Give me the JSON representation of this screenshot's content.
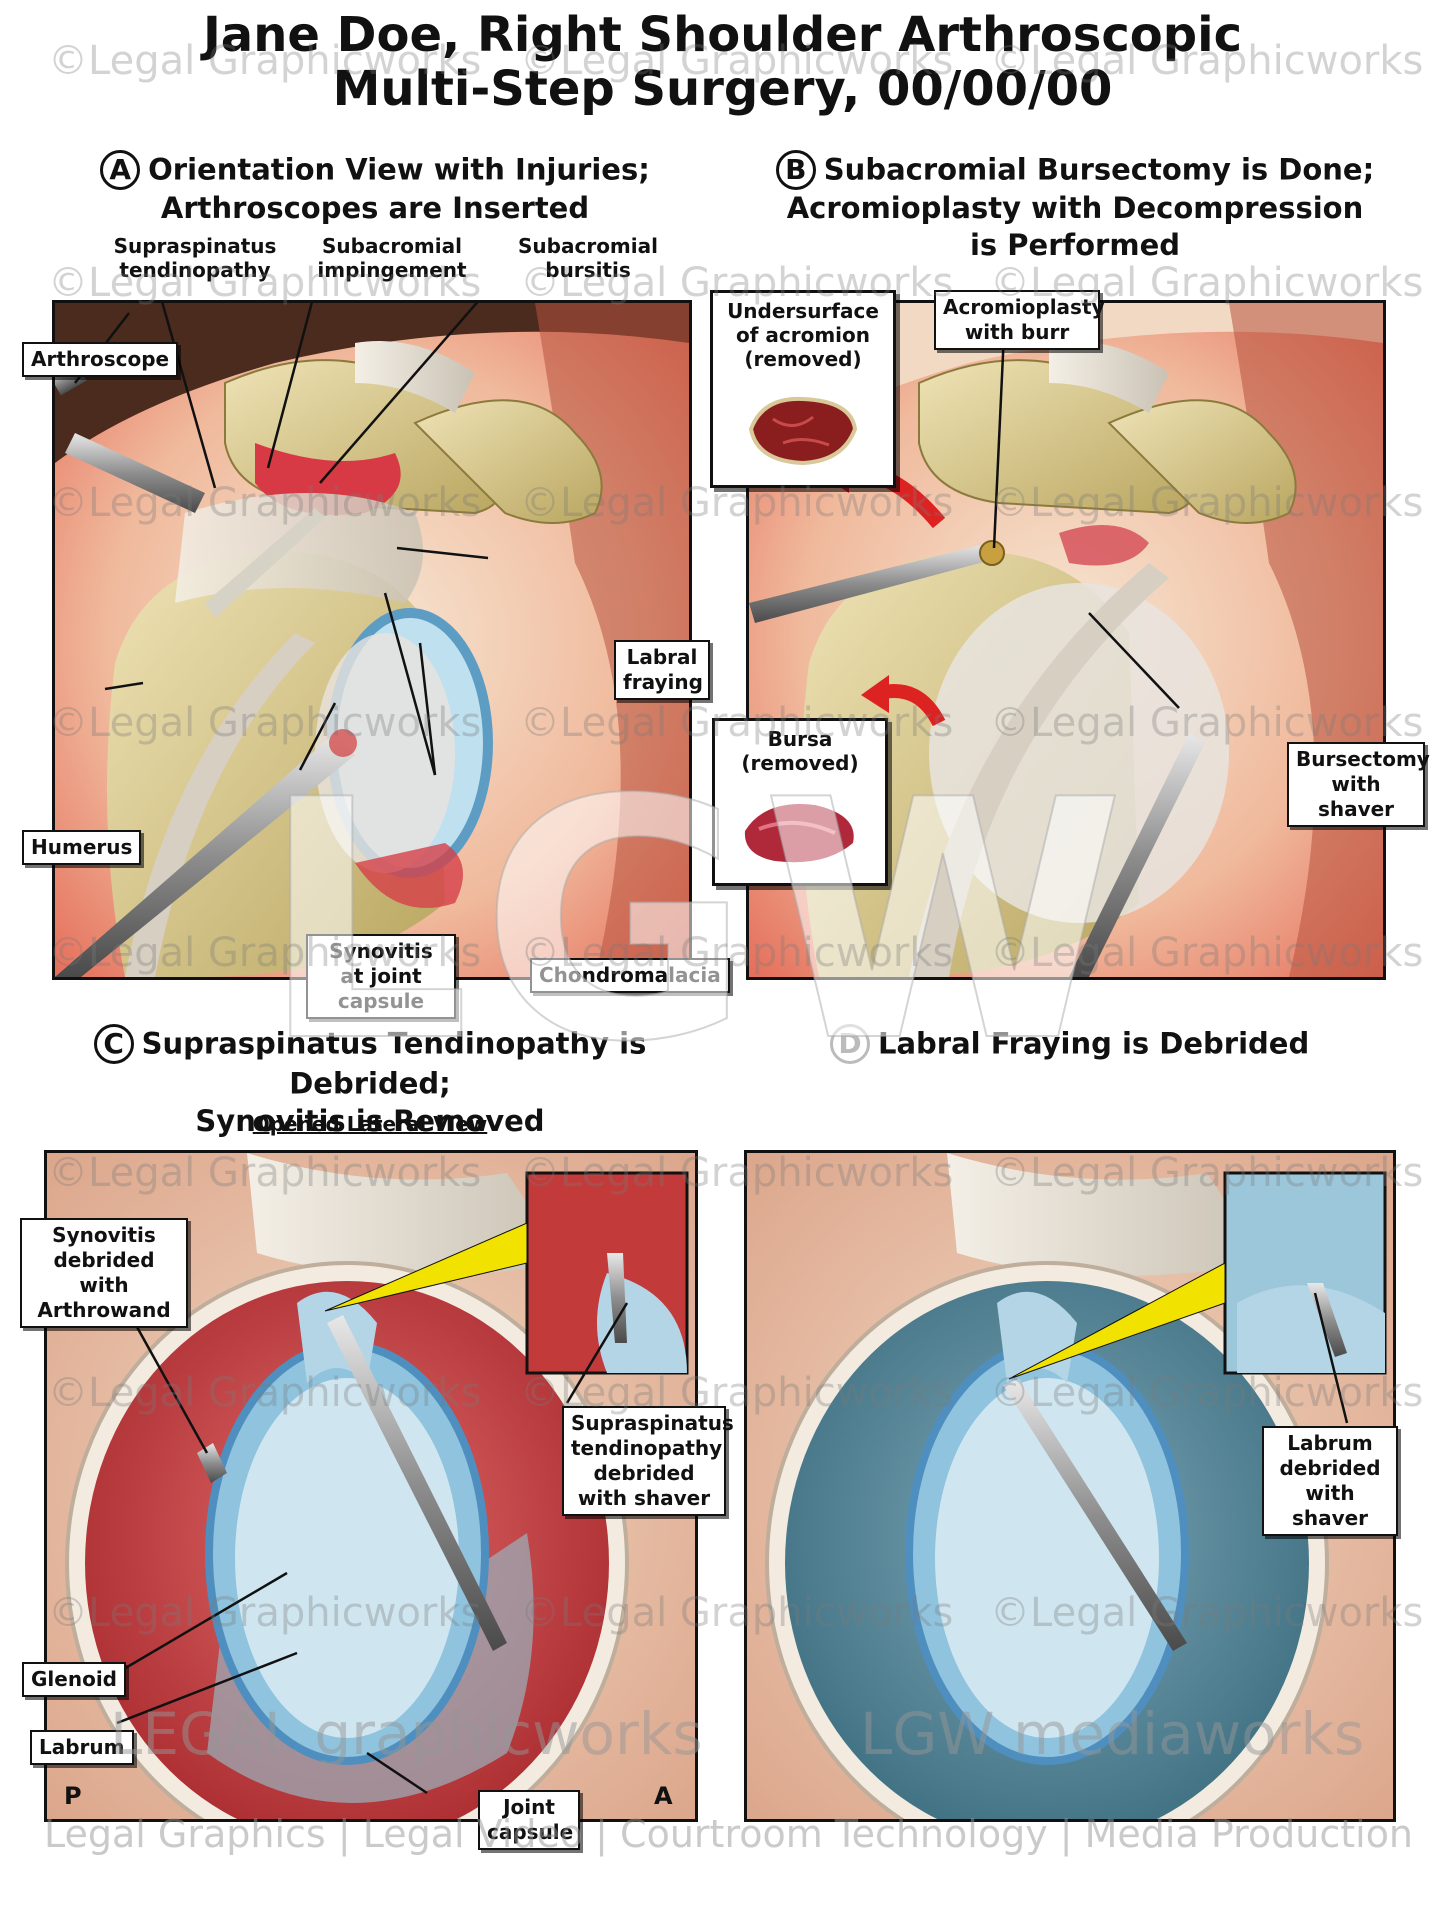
{
  "title": {
    "line1": "Jane Doe, Right Shoulder Arthroscopic",
    "line2": "Multi-Step Surgery, 00/00/00"
  },
  "panels": {
    "a": {
      "letter": "A",
      "title_line1": "Orientation View with Injuries;",
      "title_line2": "Arthroscopes are Inserted",
      "labels": {
        "supraspinatus_tendinopathy": "Supraspinatus tendinopathy",
        "subacromial_impingement": "Subacromial impingement",
        "subacromial_bursitis": "Subacromial bursitis",
        "arthroscope": "Arthroscope",
        "labral_fraying": "Labral fraying",
        "humerus": "Humerus",
        "synovitis": "Synovitis at joint capsule",
        "chondromalacia": "Chondromalacia"
      }
    },
    "b": {
      "letter": "B",
      "title_line1": "Subacromial Bursectomy is Done;",
      "title_line2": "Acromioplasty with Decompression",
      "title_line3": "is Performed",
      "labels": {
        "undersurface": "Undersurface of acromion (removed)",
        "acromioplasty": "Acromioplasty with burr",
        "bursectomy": "Bursectomy with shaver",
        "bursa": "Bursa (removed)"
      }
    },
    "c": {
      "letter": "C",
      "title_line1": "Supraspinatus Tendinopathy is Debrided;",
      "title_line2": "Synovitis is Removed",
      "subtitle": "Opened Lateral View",
      "labels": {
        "synovitis_debrided": "Synovitis debrided with Arthrowand",
        "supraspinatus_debrided": "Supraspinatus tendinopathy debrided with shaver",
        "glenoid": "Glenoid",
        "labrum": "Labrum",
        "joint_capsule": "Joint capsule",
        "posterior": "P",
        "anterior": "A"
      }
    },
    "d": {
      "letter": "D",
      "title": "Labral Fraying is Debrided",
      "labels": {
        "labrum_debrided": "Labrum debrided with shaver"
      }
    }
  },
  "watermark": {
    "text": "©Legal Graphicworks",
    "logo": "LGW",
    "brand_left": "LEGAL graphicworks",
    "brand_right": "LGW mediaworks",
    "tagline": "Legal Graphics | Legal Video | Courtroom Technology | Media Production"
  },
  "colors": {
    "tissue_red": "#c23a38",
    "bone": "#d9c98f",
    "cartilage_blue": "#8fc3de",
    "tendon_white": "#e8e2d6",
    "pointer_yellow": "#f2e200"
  }
}
